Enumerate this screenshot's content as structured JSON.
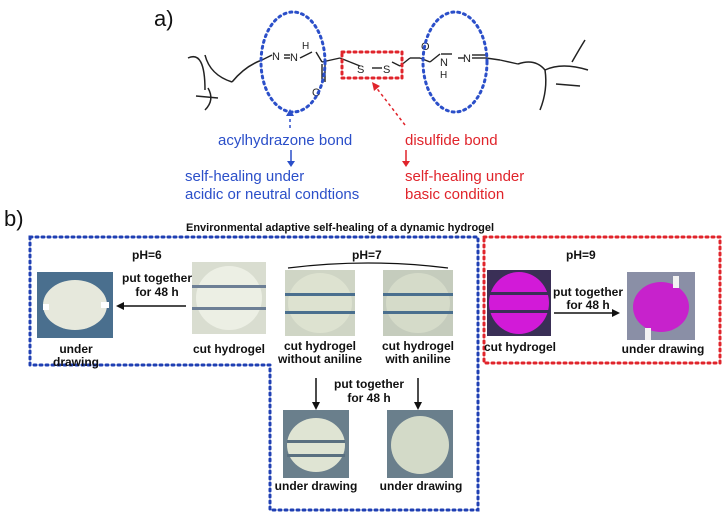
{
  "panel_a": {
    "label": "a)",
    "left_annotation": {
      "title": "acylhydrazone bond",
      "effect_line1": "self-healing under",
      "effect_line2": "acidic or neutral condtions"
    },
    "right_annotation": {
      "title": "disulfide bond",
      "effect_line1": "self-healing under",
      "effect_line2": "basic condition"
    },
    "atoms": {
      "n_left_1": "N",
      "n_left_2": "N",
      "h_left": "H",
      "o_left": "O",
      "s1": "S",
      "s2": "S",
      "o_right": "O",
      "n_right_1": "N",
      "h_right": "H",
      "n_right_2": "N"
    },
    "colors": {
      "blue": "#2b4fc9",
      "red": "#e0242b"
    }
  },
  "panel_b": {
    "label": "b)",
    "title": "Environmental adaptive self-healing of a dynamic hydrogel",
    "ph6": {
      "label": "pH=6",
      "arrow_text_1": "put together",
      "arrow_text_2": "for 48 h",
      "left_caption": "under drawing",
      "right_caption": "cut hydrogel"
    },
    "ph7": {
      "label": "pH=7",
      "caption_left_1": "cut hydrogel",
      "caption_left_2": "without aniline",
      "caption_right_1": "cut hydrogel",
      "caption_right_2": "with aniline",
      "arrow_text_1": "put together",
      "arrow_text_2": "for 48 h",
      "bottom_left_caption": "under drawing",
      "bottom_right_caption": "under drawing"
    },
    "ph9": {
      "label": "pH=9",
      "arrow_text_1": "put together",
      "arrow_text_2": "for 48 h",
      "left_caption": "cut hydrogel",
      "right_caption": "under drawing"
    },
    "colors": {
      "blue_box": "#1f3fb3",
      "red_box": "#e0242b",
      "magenta": "#d21ad8"
    }
  }
}
